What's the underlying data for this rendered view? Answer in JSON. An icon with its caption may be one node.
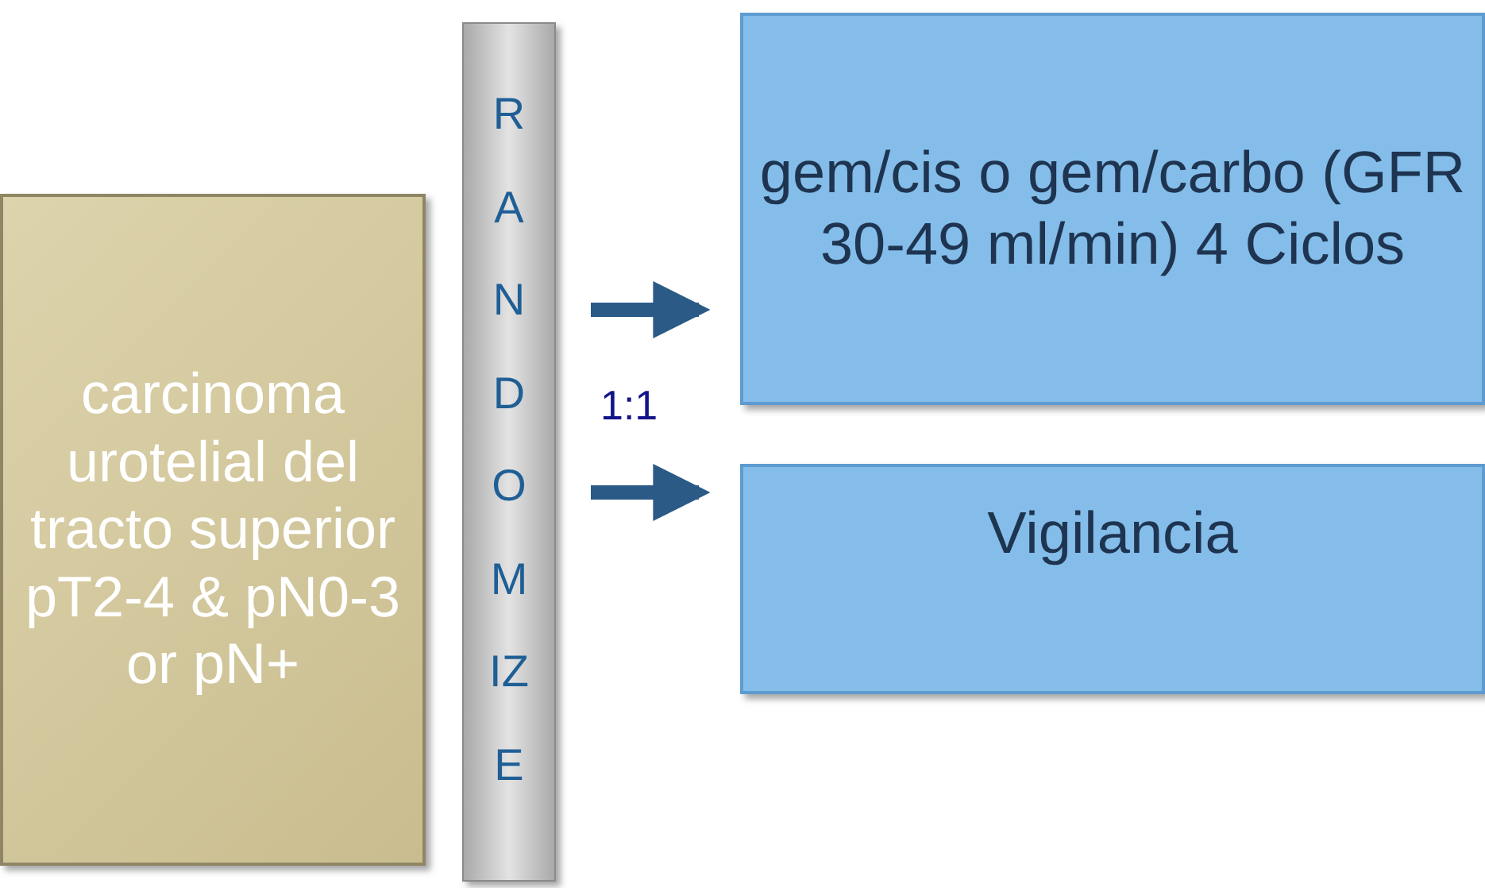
{
  "diagram": {
    "nodes": [
      {
        "text": [
          "carcinoma urotelial del tracto superior pT2-4 & pN0-3 or pN+"
        ]
      },
      {
        "text": [
          "RANDOMIZE"
        ]
      },
      {
        "text": [
          "gem/cis o gem/carbo (GFR 30-49 ml/min) 4 Ciclos"
        ]
      },
      {
        "text": [
          "Vigilancia"
        ]
      }
    ],
    "edges": [
      {
        "from": 1,
        "to": 2,
        "arrow": "to"
      },
      {
        "from": 1,
        "to": 3,
        "arrow": "to"
      }
    ],
    "labels": [
      "1:1"
    ]
  }
}
